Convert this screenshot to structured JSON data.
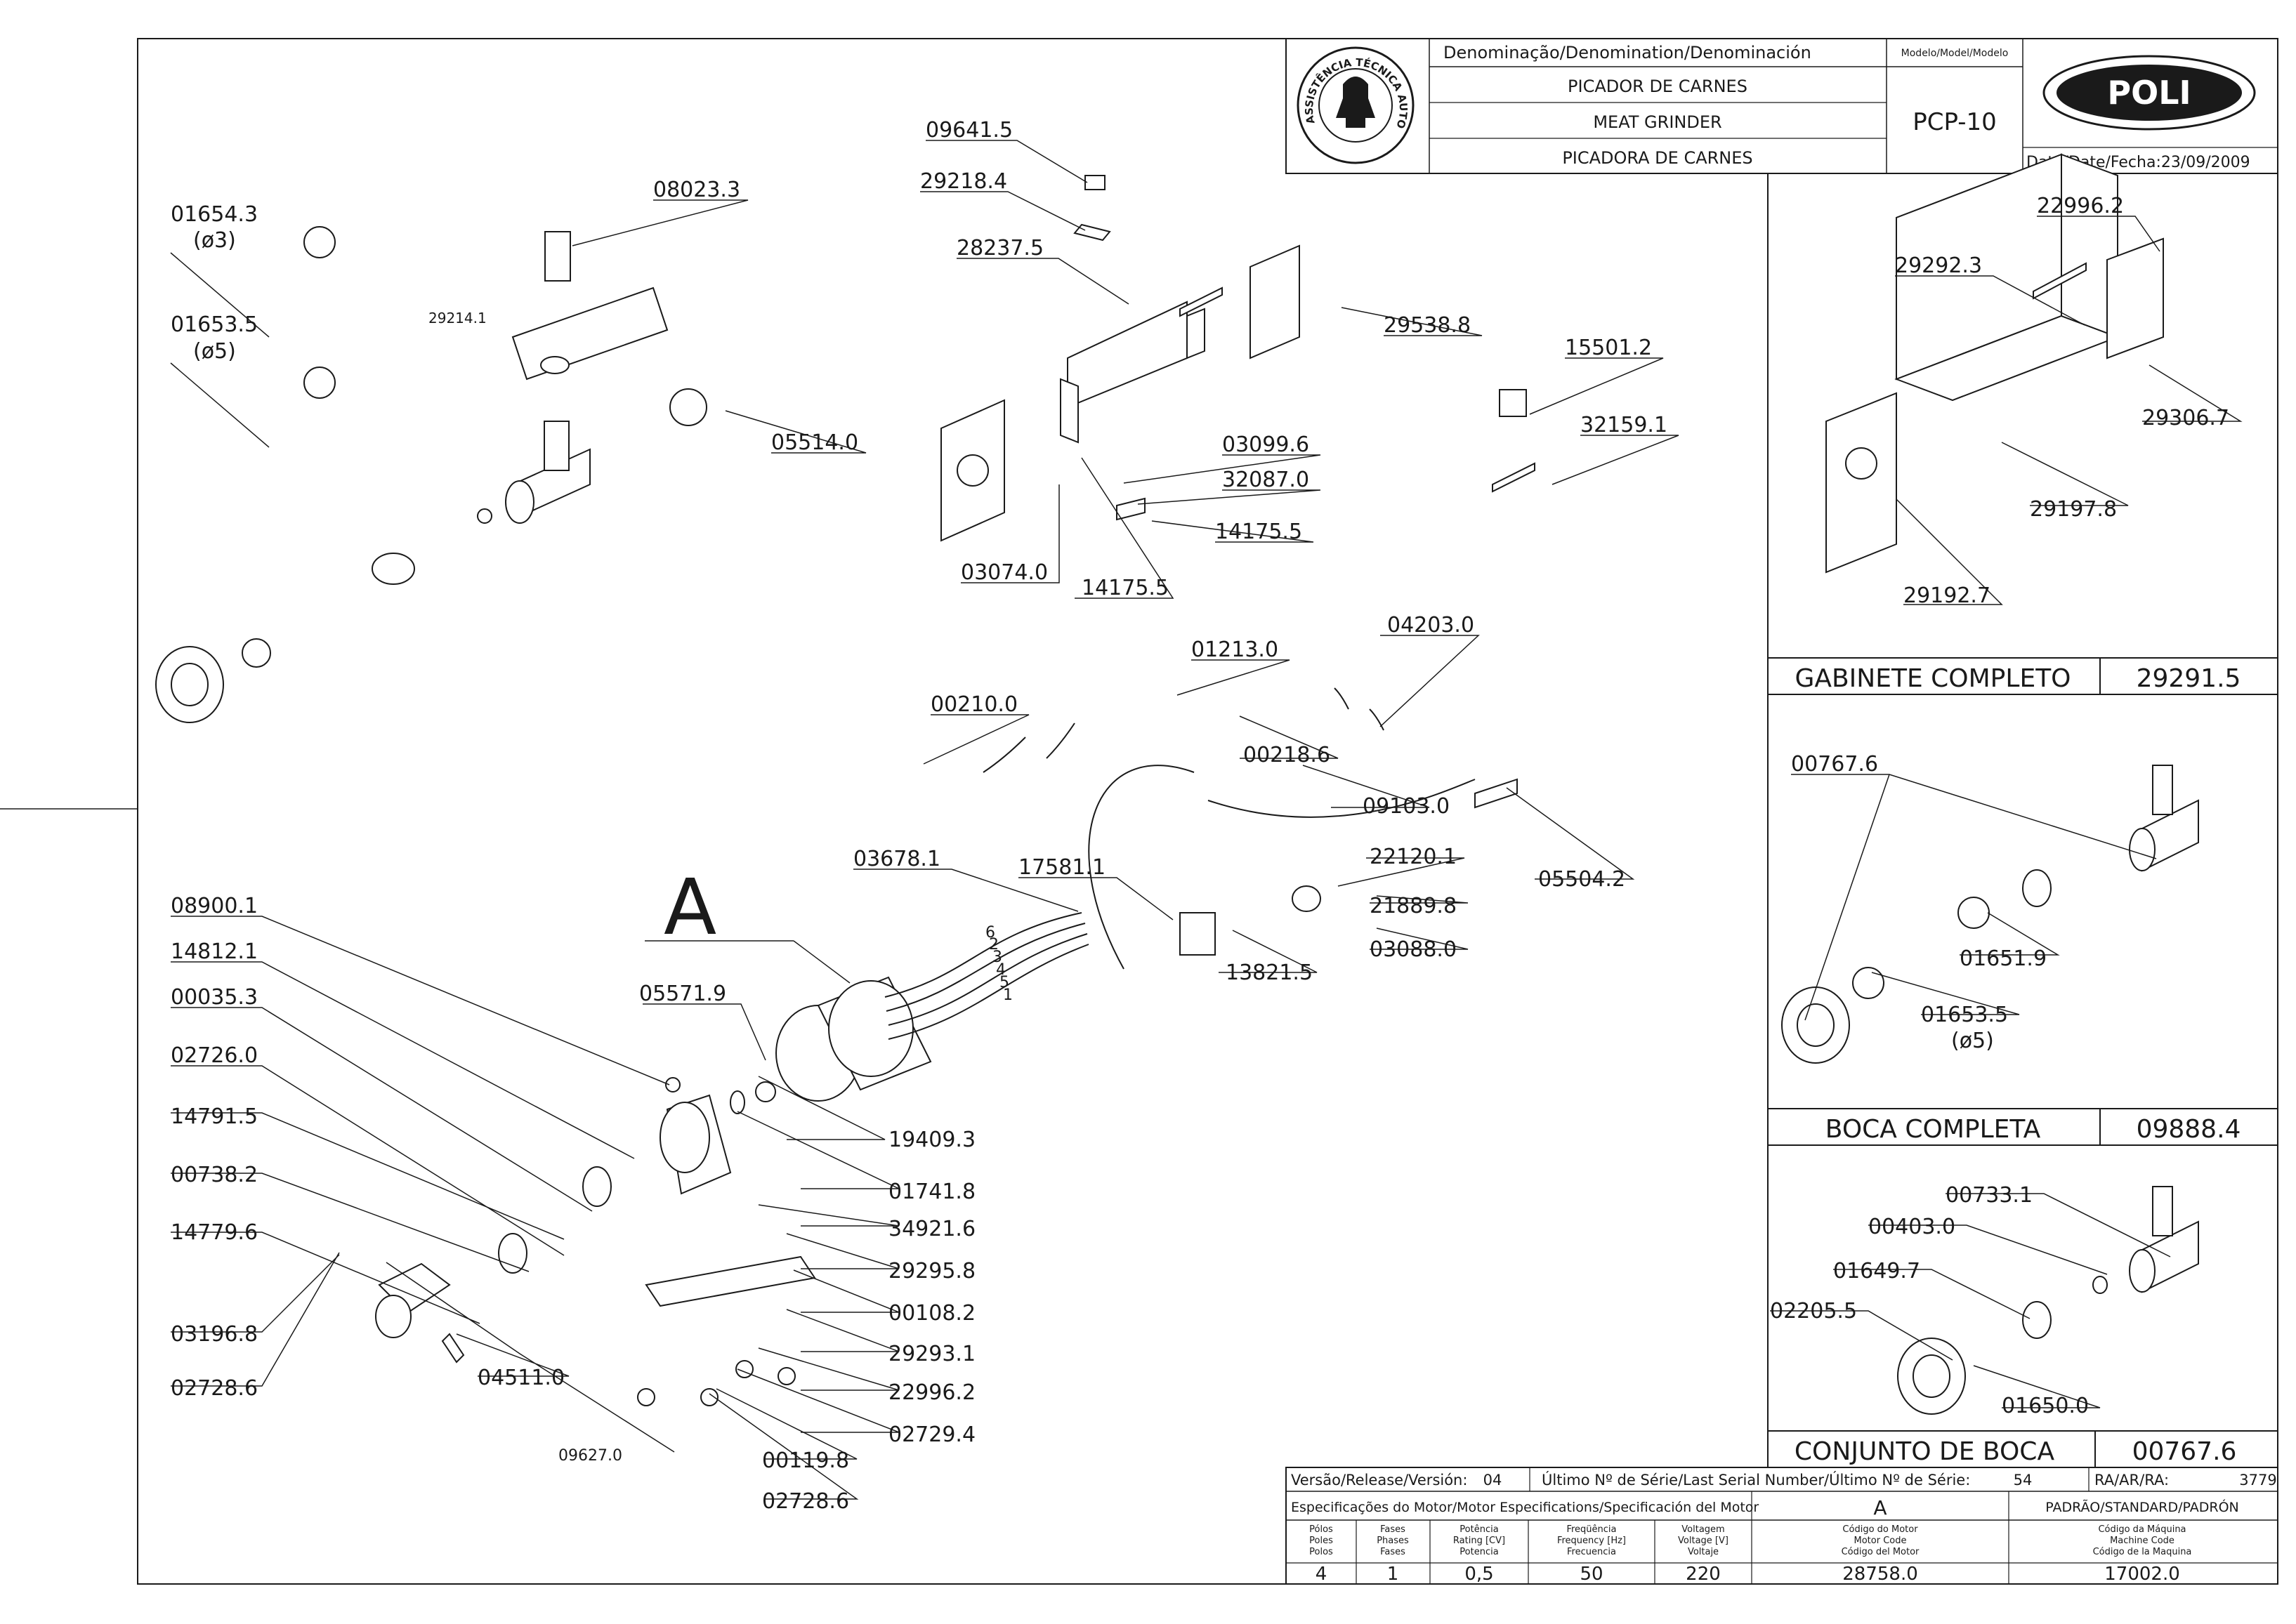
{
  "title_block": {
    "denomination_header": "Denominação/Denomination/Denominación",
    "model_header": "Modelo/Model/Modelo",
    "name_pt": "PICADOR DE CARNES",
    "name_en": "MEAT GRINDER",
    "name_es": "PICADORA DE CARNES",
    "model": "PCP-10",
    "date": "Data/Date/Fecha:23/09/2009",
    "brand_logo": "POLI",
    "seal_text": "ASSISTÊNCIA TÉCNICA AUTORIZADA"
  },
  "diagram": {
    "detail_letter": "A",
    "part_labels": [
      "09641.5",
      "29218.4",
      "28237.5",
      "29538.8",
      "15501.2",
      "32159.1",
      "03099.6",
      "32087.0",
      "14175.5",
      "03074.0",
      "14175.5",
      "01654.3",
      "(ø3)",
      "01653.5",
      "(ø5)",
      "08023.3",
      "29214.1",
      "05514.0",
      "01213.0",
      "04203.0",
      "00210.0",
      "00218.6",
      "09103.0",
      "22120.1",
      "05504.2",
      "03678.1",
      "17581.1",
      "21889.8",
      "03088.0",
      "13821.5",
      "08900.1",
      "14812.1",
      "00035.3",
      "02726.0",
      "14791.5",
      "00738.2",
      "14779.6",
      "03196.8",
      "02728.6",
      "04511.0",
      "05571.9",
      "19409.3",
      "01741.8",
      "34921.6",
      "29295.8",
      "00108.2",
      "29293.1",
      "22996.2",
      "02729.4",
      "00119.8",
      "09627.0",
      "02728.6"
    ],
    "wire_numbers": [
      "6",
      "2",
      "3",
      "4",
      "5",
      "1"
    ]
  },
  "right_panels": {
    "gabinete": {
      "labels": [
        "22996.2",
        "29292.3",
        "29306.7",
        "29197.8",
        "29192.7"
      ],
      "title": "GABINETE COMPLETO",
      "code": "29291.5"
    },
    "boca": {
      "labels": [
        "00767.6",
        "01651.9",
        "01653.5",
        "(ø5)"
      ],
      "title": "BOCA COMPLETA",
      "code": "09888.4"
    },
    "conjunto": {
      "labels": [
        "00733.1",
        "00403.0",
        "01649.7",
        "02205.5",
        "01650.0"
      ],
      "title": "CONJUNTO DE BOCA",
      "code": "00767.6"
    }
  },
  "footer": {
    "version_label": "Versão/Release/Versión:",
    "version_value": "04",
    "serial_label": "Último Nº de Série/Last Serial Number/Último Nº de Série:",
    "serial_value": "54",
    "ra_label": "RA/AR/RA:",
    "ra_value": "3779",
    "motor_spec_label": "Especificações do Motor/Motor Especifications/Specificación del Motor",
    "motor_letter": "A",
    "standard_label": "PADRÃO/STANDARD/PADRÓN",
    "specs": [
      {
        "label": [
          "Pólos",
          "Poles",
          "Polos"
        ],
        "value": "4"
      },
      {
        "label": [
          "Fases",
          "Phases",
          "Fases"
        ],
        "value": "1"
      },
      {
        "label": [
          "Potência",
          "Rating [CV]",
          "Potencia"
        ],
        "value": "0,5"
      },
      {
        "label": [
          "Freqüência",
          "Frequency [Hz]",
          "Frecuencia"
        ],
        "value": "50"
      },
      {
        "label": [
          "Voltagem",
          "Voltage [V]",
          "Voltaje"
        ],
        "value": "220"
      },
      {
        "label": [
          "Código do Motor",
          "Motor Code",
          "Código del Motor"
        ],
        "value": "28758.0"
      },
      {
        "label": [
          "Código da Máquina",
          "Machine Code",
          "Código de la Maquina"
        ],
        "value": "17002.0"
      }
    ]
  }
}
